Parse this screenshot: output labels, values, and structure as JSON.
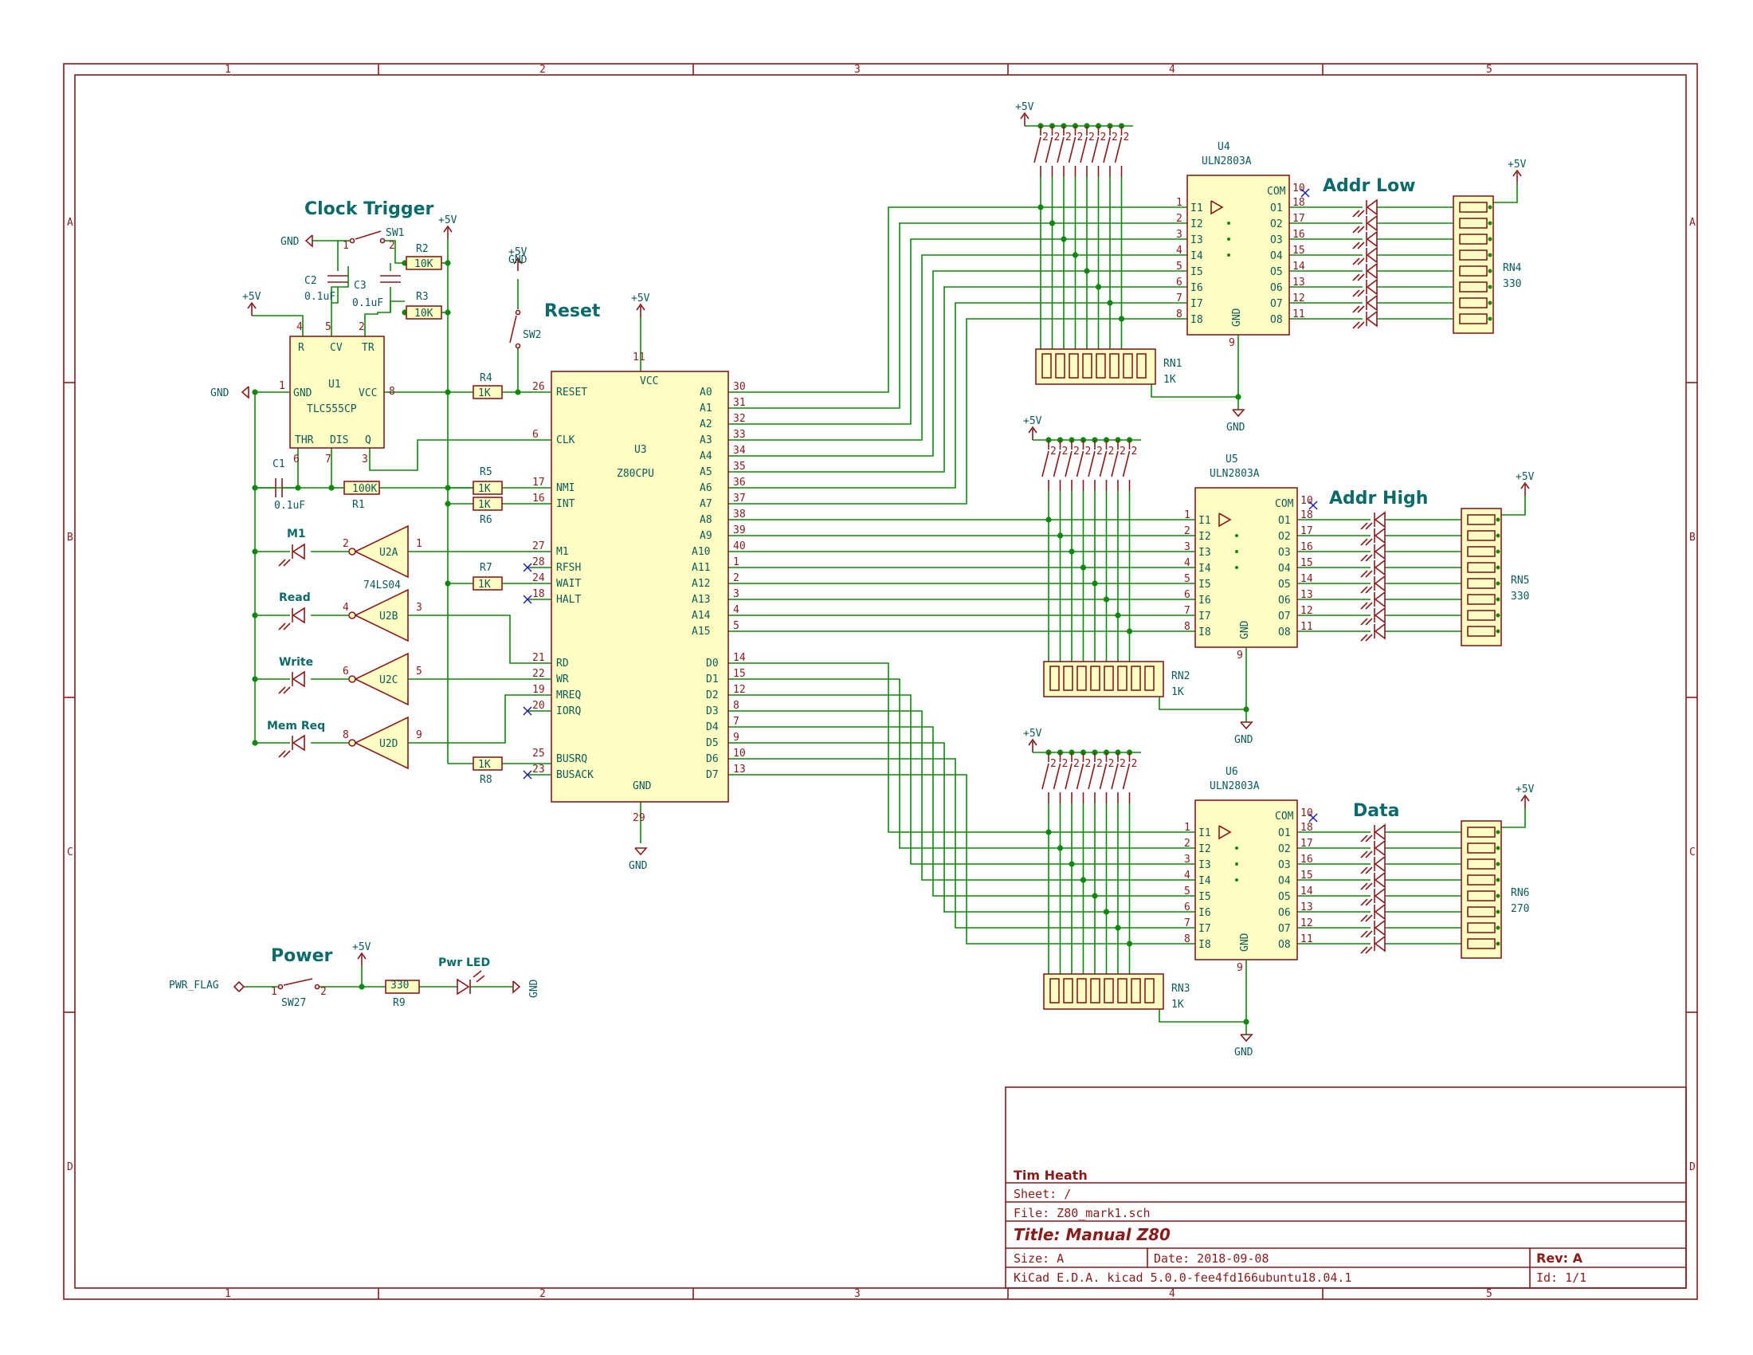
{
  "frame": {
    "col_labels": [
      "1",
      "2",
      "3",
      "4",
      "5"
    ],
    "row_labels": [
      "A",
      "B",
      "C",
      "D"
    ]
  },
  "headings": {
    "clock_trigger": "Clock Trigger",
    "reset": "Reset",
    "addr_low": "Addr Low",
    "addr_high": "Addr High",
    "data": "Data",
    "power": "Power",
    "m1": "M1",
    "read": "Read",
    "write": "Write",
    "mem_req": "Mem Req",
    "pwr_led": "Pwr LED"
  },
  "net_labels": {
    "vcc": "+5V",
    "gnd": "GND",
    "pwr_flag": "PWR_FLAG"
  },
  "components": {
    "u1": {
      "ref": "U1",
      "value": "TLC555CP",
      "pins": {
        "gnd": "GND",
        "vcc": "VCC",
        "r": "R",
        "cv": "CV",
        "tr": "TR",
        "thr": "THR",
        "dis": "DIS",
        "q": "Q"
      }
    },
    "u3": {
      "ref": "U3",
      "value": "Z80CPU"
    },
    "u2_value": "74LS04",
    "u2a": "U2A",
    "u2b": "U2B",
    "u2c": "U2C",
    "u2d": "U2D",
    "u4": {
      "ref": "U4",
      "value": "ULN2803A"
    },
    "u5": {
      "ref": "U5",
      "value": "ULN2803A"
    },
    "u6": {
      "ref": "U6",
      "value": "ULN2803A"
    },
    "uln_pins": {
      "com": "COM",
      "gnd": "GND",
      "in": [
        "I1",
        "I2",
        "I3",
        "I4",
        "I5",
        "I6",
        "I7",
        "I8"
      ],
      "out": [
        "O1",
        "O2",
        "O3",
        "O4",
        "O5",
        "O6",
        "O7",
        "O8"
      ],
      "in_nums": [
        "1",
        "2",
        "3",
        "4",
        "5",
        "6",
        "7",
        "8"
      ],
      "out_nums": [
        "18",
        "17",
        "16",
        "15",
        "14",
        "13",
        "12",
        "11"
      ],
      "com_num": "10",
      "gnd_num": "9"
    },
    "sw1": "SW1",
    "sw2": "SW2",
    "sw27": "SW27",
    "r1": {
      "ref": "R1",
      "value": "100K"
    },
    "r2": {
      "ref": "R2",
      "value": "10K"
    },
    "r3": {
      "ref": "R3",
      "value": "10K"
    },
    "r4": {
      "ref": "R4",
      "value": "1K"
    },
    "r5": {
      "ref": "R5",
      "value": "1K"
    },
    "r6": {
      "ref": "R6",
      "value": "1K"
    },
    "r7": {
      "ref": "R7",
      "value": "1K"
    },
    "r8": {
      "ref": "R8",
      "value": "1K"
    },
    "r9": {
      "ref": "R9",
      "value": "330"
    },
    "c1": {
      "ref": "C1",
      "value": "0.1uF"
    },
    "c2": {
      "ref": "C2",
      "value": "0.1uF"
    },
    "c3": {
      "ref": "C3",
      "value": "0.1uF"
    },
    "rn1": {
      "ref": "RN1",
      "value": "1K"
    },
    "rn2": {
      "ref": "RN2",
      "value": "1K"
    },
    "rn3": {
      "ref": "RN3",
      "value": "1K"
    },
    "rn4": {
      "ref": "RN4",
      "value": "330"
    },
    "rn5": {
      "ref": "RN5",
      "value": "330"
    },
    "rn6": {
      "ref": "RN6",
      "value": "270"
    }
  },
  "z80_left": [
    {
      "num": "26",
      "name": "RESET"
    },
    {
      "num": "6",
      "name": "CLK"
    },
    {
      "num": "17",
      "name": "NMI"
    },
    {
      "num": "16",
      "name": "INT"
    },
    {
      "num": "27",
      "name": "M1"
    },
    {
      "num": "28",
      "name": "RFSH"
    },
    {
      "num": "24",
      "name": "WAIT"
    },
    {
      "num": "18",
      "name": "HALT"
    },
    {
      "num": "21",
      "name": "RD"
    },
    {
      "num": "22",
      "name": "WR"
    },
    {
      "num": "19",
      "name": "MREQ"
    },
    {
      "num": "20",
      "name": "IORQ"
    },
    {
      "num": "25",
      "name": "BUSRQ"
    },
    {
      "num": "23",
      "name": "BUSACK"
    }
  ],
  "z80_top": {
    "num": "11",
    "name": "VCC"
  },
  "z80_bottom": {
    "num": "29",
    "name": "GND"
  },
  "z80_addr": [
    {
      "num": "30",
      "name": "A0"
    },
    {
      "num": "31",
      "name": "A1"
    },
    {
      "num": "32",
      "name": "A2"
    },
    {
      "num": "33",
      "name": "A3"
    },
    {
      "num": "34",
      "name": "A4"
    },
    {
      "num": "35",
      "name": "A5"
    },
    {
      "num": "36",
      "name": "A6"
    },
    {
      "num": "37",
      "name": "A7"
    },
    {
      "num": "38",
      "name": "A8"
    },
    {
      "num": "39",
      "name": "A9"
    },
    {
      "num": "40",
      "name": "A10"
    },
    {
      "num": "1",
      "name": "A11"
    },
    {
      "num": "2",
      "name": "A12"
    },
    {
      "num": "3",
      "name": "A13"
    },
    {
      "num": "4",
      "name": "A14"
    },
    {
      "num": "5",
      "name": "A15"
    }
  ],
  "z80_data": [
    {
      "num": "14",
      "name": "D0"
    },
    {
      "num": "15",
      "name": "D1"
    },
    {
      "num": "12",
      "name": "D2"
    },
    {
      "num": "8",
      "name": "D3"
    },
    {
      "num": "7",
      "name": "D4"
    },
    {
      "num": "9",
      "name": "D5"
    },
    {
      "num": "10",
      "name": "D6"
    },
    {
      "num": "13",
      "name": "D7"
    }
  ],
  "inverter_pins": {
    "u2a": [
      "1",
      "2"
    ],
    "u2b": [
      "3",
      "4"
    ],
    "u2c": [
      "5",
      "6"
    ],
    "u2d": [
      "9",
      "8"
    ]
  },
  "title_block": {
    "author": "Tim Heath",
    "sheet": "Sheet: /",
    "file": "File: Z80_mark1.sch",
    "title": "Title: Manual Z80",
    "size": "Size: A",
    "date": "Date: 2018-09-08",
    "rev": "Rev: A",
    "tool": "KiCad E.D.A.  kicad 5.0.0-fee4fd166ubuntu18.04.1",
    "id": "Id: 1/1"
  }
}
